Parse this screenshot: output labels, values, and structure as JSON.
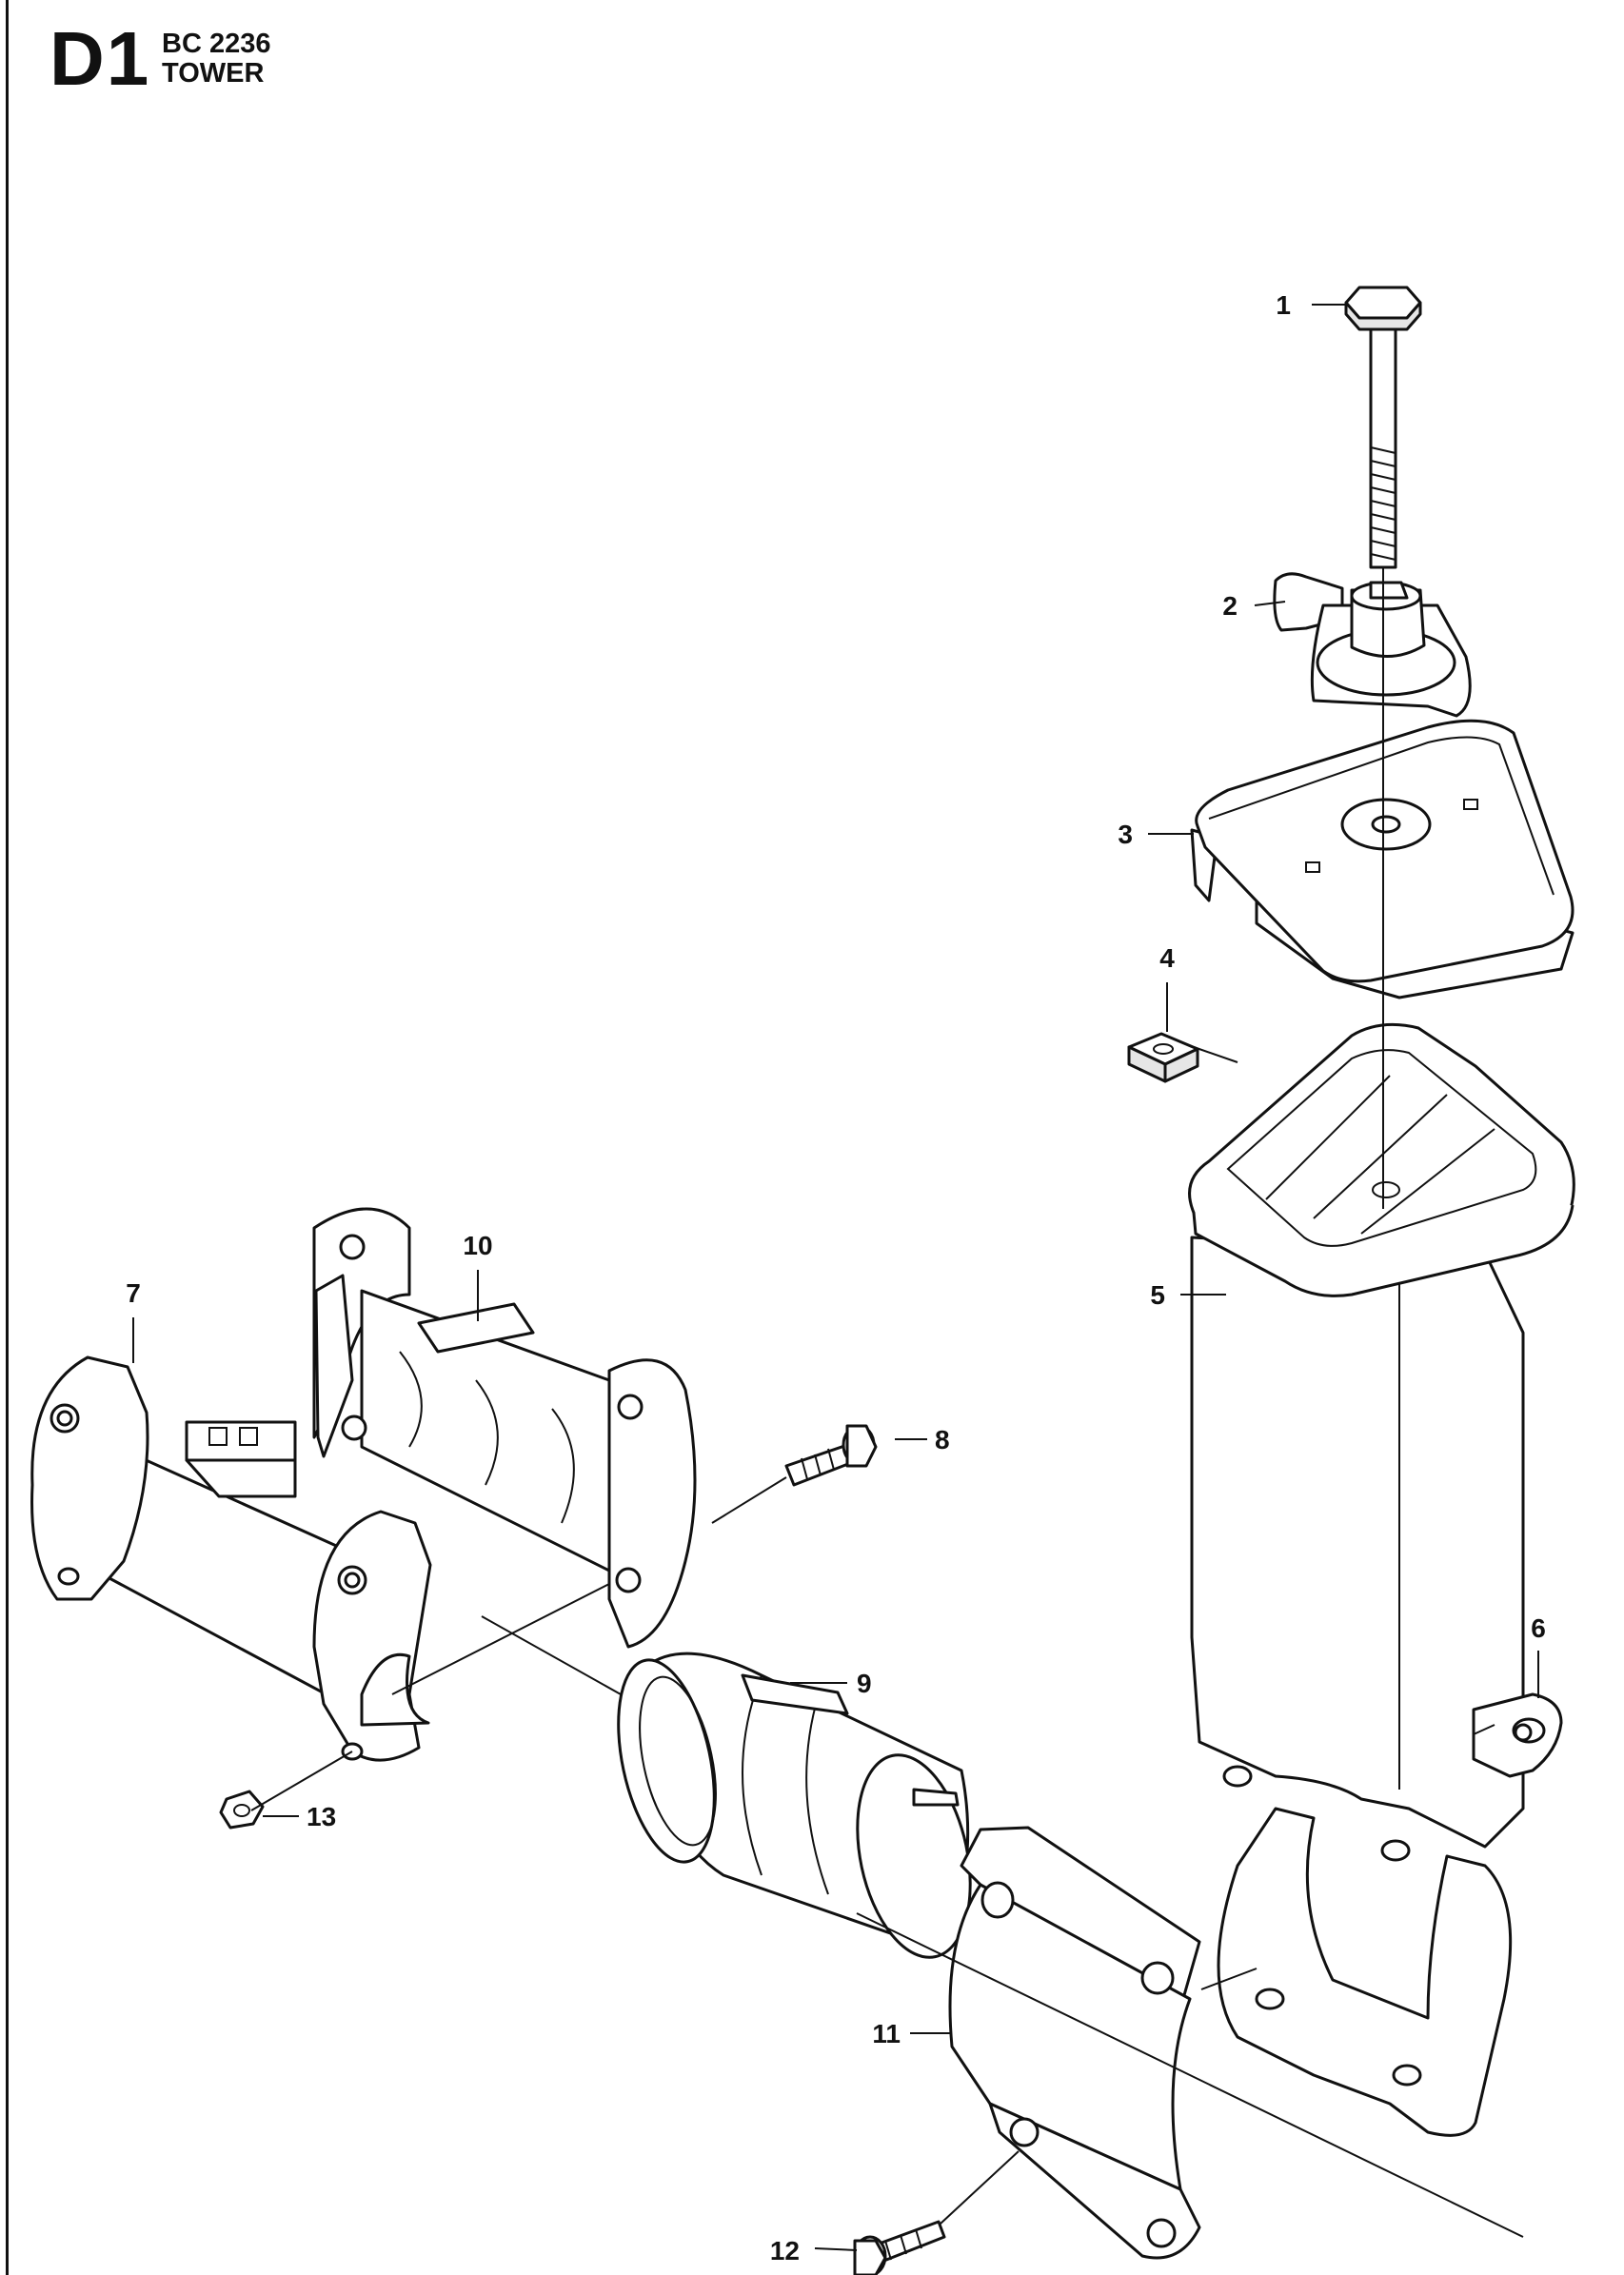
{
  "header": {
    "section_code": "D1",
    "model": "BC 2236",
    "assembly": "TOWER"
  },
  "callouts": [
    "1",
    "2",
    "3",
    "4",
    "5",
    "6",
    "7",
    "8",
    "9",
    "10",
    "11",
    "12",
    "13"
  ]
}
